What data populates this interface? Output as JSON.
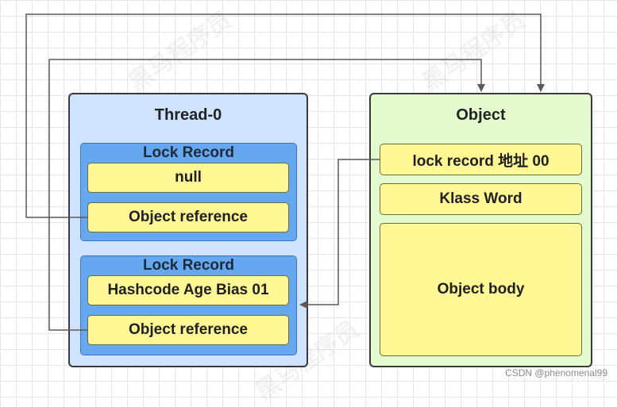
{
  "thread": {
    "title": "Thread-0",
    "records": [
      {
        "title": "Lock Record",
        "fields": [
          "null",
          "Object reference"
        ]
      },
      {
        "title": "Lock Record",
        "fields": [
          "Hashcode Age Bias 01",
          "Object reference"
        ]
      }
    ]
  },
  "object": {
    "title": "Object",
    "fields": [
      "lock record 地址 00",
      "Klass Word",
      "Object body"
    ]
  },
  "watermarks": [
    "黑马程序员",
    "黑马程序员",
    "黑马程序员"
  ],
  "credit": "CSDN @phenomenal99",
  "colors": {
    "thread_panel": "#cfe3ff",
    "object_panel": "#e4fbd0",
    "lock_record": "#66a8f0",
    "field": "#fff894",
    "arrow": "#5a5a5a"
  }
}
